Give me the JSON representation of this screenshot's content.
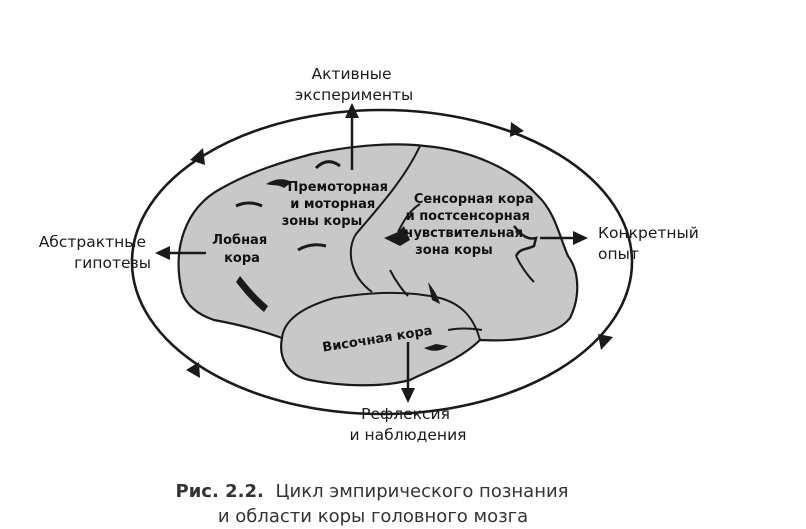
{
  "diagram": {
    "labels": {
      "top": [
        "Активные",
        "эксперименты"
      ],
      "right": [
        "Конкретный",
        "опыт"
      ],
      "bottom": [
        "Рефлексия",
        "и наблюдения"
      ],
      "left": [
        "Абстрактные",
        "гипотезы"
      ]
    },
    "regions": {
      "frontal": [
        "Лобная",
        "кора"
      ],
      "premotor": [
        "Премоторная",
        "и моторная",
        "зоны коры"
      ],
      "sensory": [
        "Сенсорная кора",
        "и постсенсорная",
        "чувствительная",
        "зона коры"
      ],
      "temporal": "Височная кора"
    }
  },
  "caption": {
    "number": "Рис. 2.2.",
    "line1": "Цикл эмпирического познания",
    "line2": "и области коры головного мозга"
  },
  "colors": {
    "brain_fill": "#c8c8c8",
    "outline": "#1a1a1a"
  }
}
